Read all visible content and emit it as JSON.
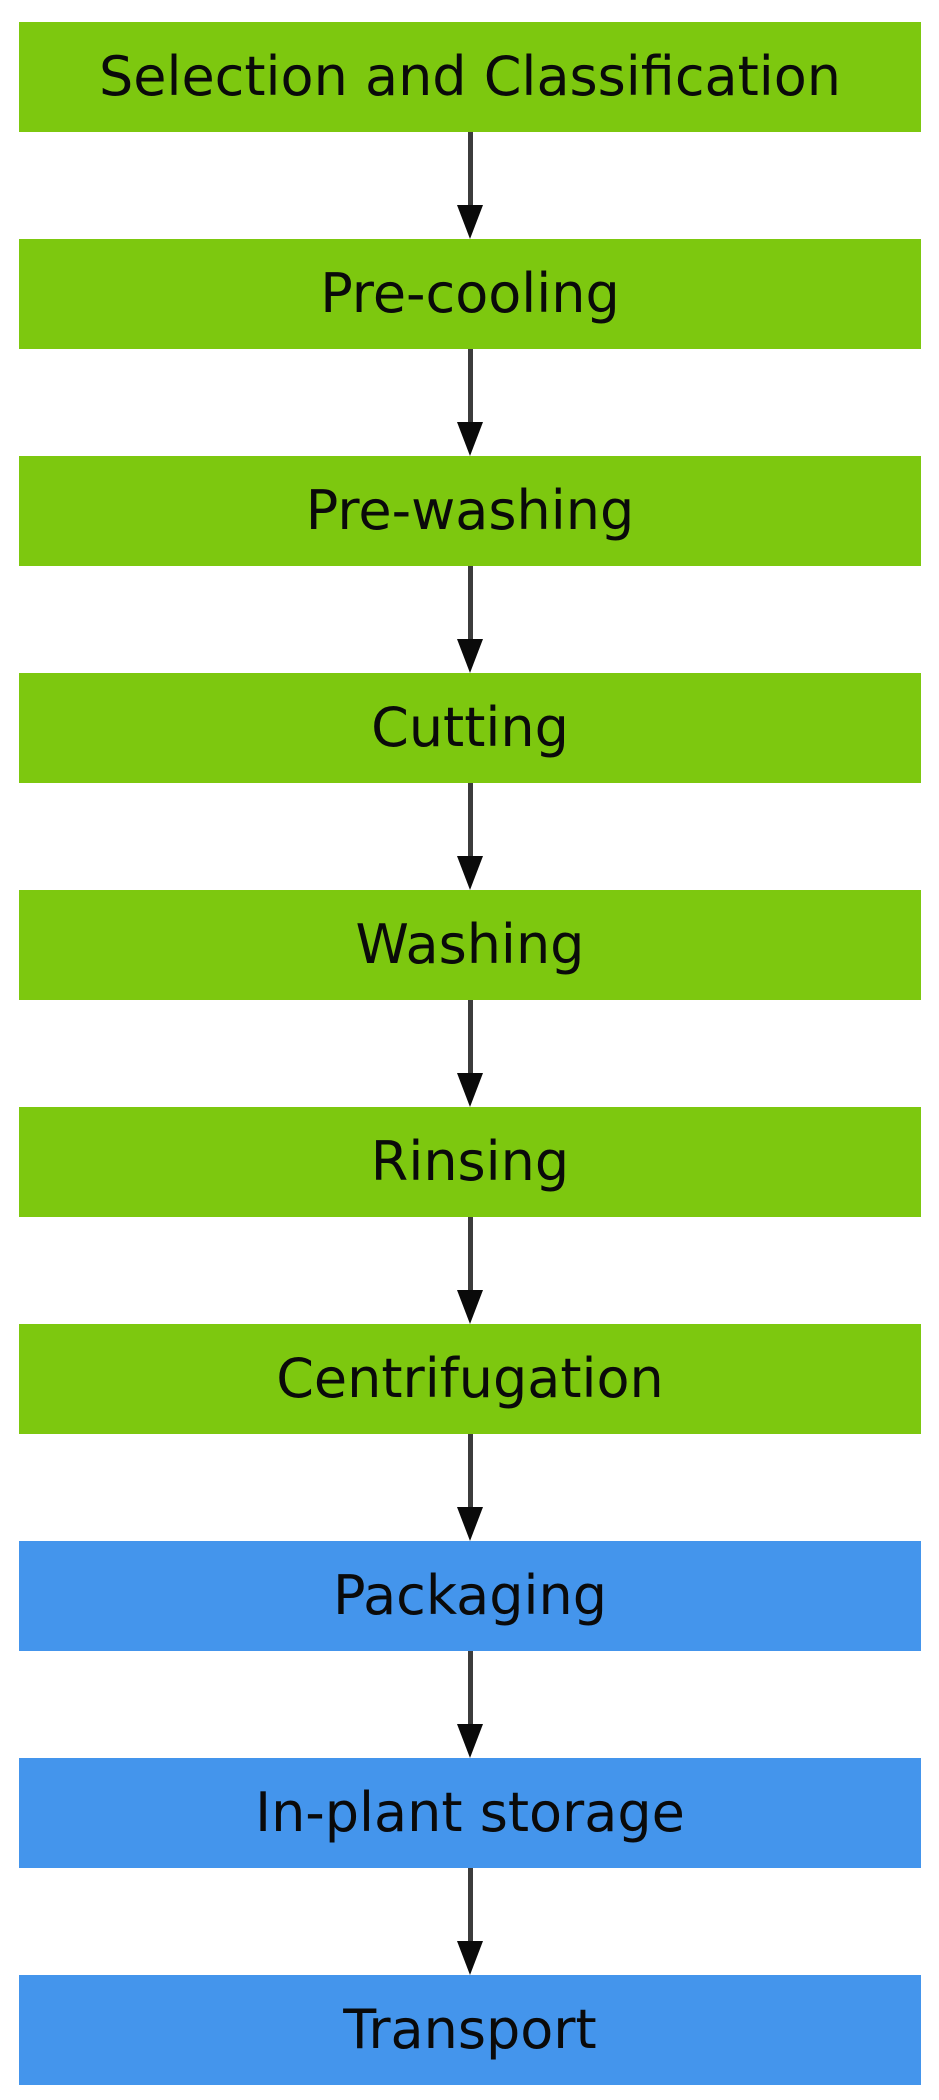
{
  "flowchart": {
    "direction": "top-to-bottom",
    "connector_style": "down-arrow",
    "steps": [
      {
        "label": "Selection and Classification",
        "color": "green"
      },
      {
        "label": "Pre-cooling",
        "color": "green"
      },
      {
        "label": "Pre-washing",
        "color": "green"
      },
      {
        "label": "Cutting",
        "color": "green"
      },
      {
        "label": "Washing",
        "color": "green"
      },
      {
        "label": "Rinsing",
        "color": "green"
      },
      {
        "label": "Centrifugation",
        "color": "green"
      },
      {
        "label": "Packaging",
        "color": "blue"
      },
      {
        "label": "In-plant storage",
        "color": "blue"
      },
      {
        "label": "Transport",
        "color": "blue"
      }
    ]
  },
  "colors": {
    "step-green": "#7DC80F",
    "step-blue": "#4495EC",
    "arrow-stem": "#3C3C3C",
    "arrow-head": "#0A0A0A",
    "text": "#0A0A0A",
    "background": "#FFFFFF"
  }
}
